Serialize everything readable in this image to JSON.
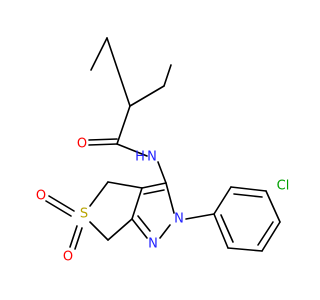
{
  "molecule": {
    "atom_labels": {
      "O": "O",
      "N": "N",
      "H": "H",
      "S": "S",
      "Cl": "Cl"
    },
    "colors": {
      "bond": "#000000",
      "oxygen": "#ff0000",
      "nitrogen": "#2020ff",
      "sulfur": "#b8a400",
      "chlorine": "#00a000"
    }
  }
}
